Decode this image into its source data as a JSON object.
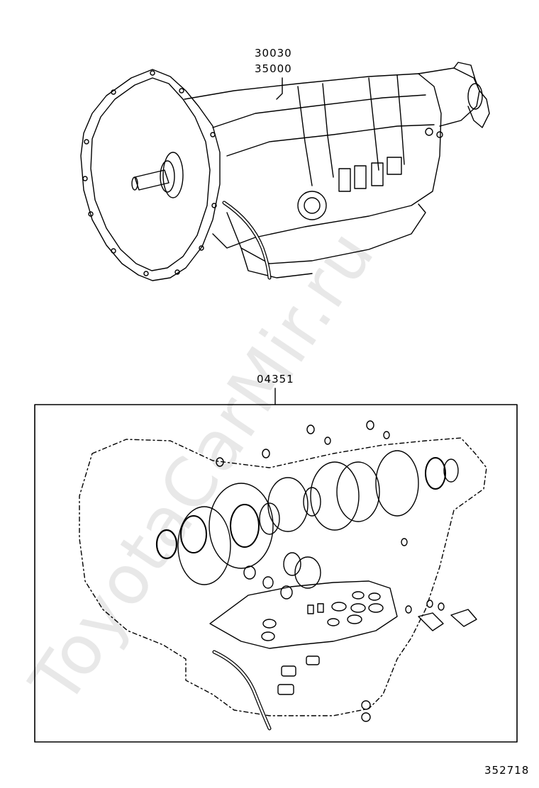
{
  "labels": {
    "assembly_top": "30030",
    "assembly_bottom": "35000",
    "gasket_kit": "04351",
    "figure_number": "352718"
  },
  "watermark": "ToyotaCarMir.ru",
  "colors": {
    "line": "#000000",
    "watermark": "#e6e6e6",
    "background": "#ffffff"
  }
}
